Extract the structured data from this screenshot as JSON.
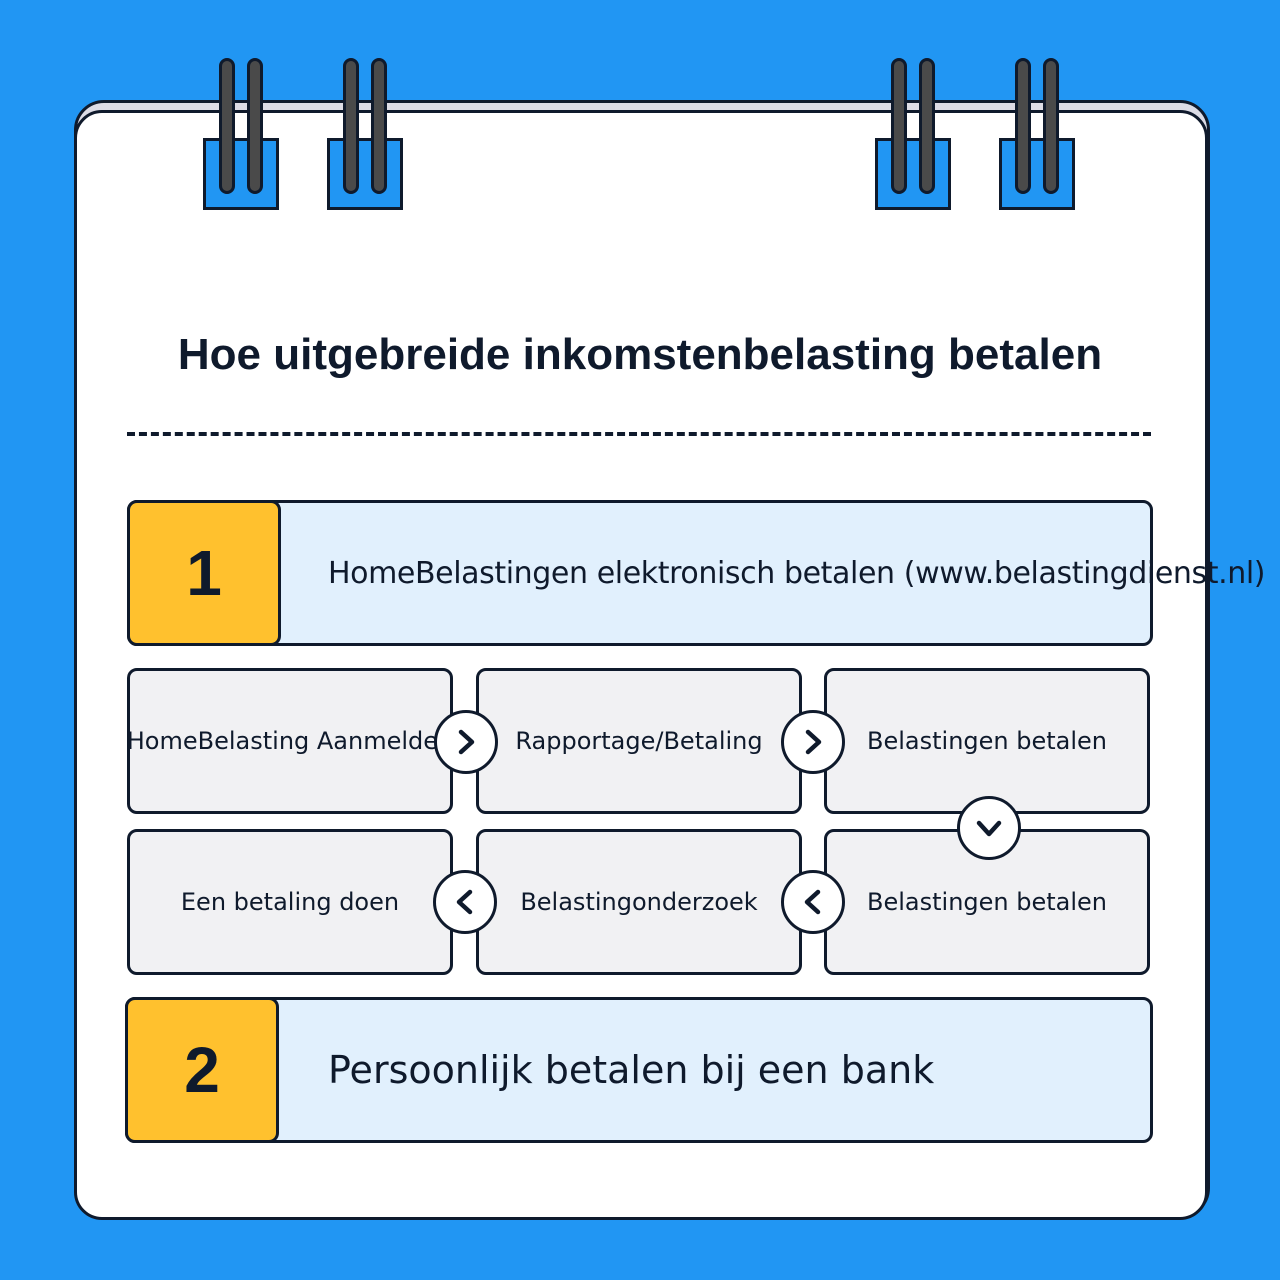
{
  "title": "Hoe uitgebreide inkomstenbelasting betalen",
  "steps": [
    {
      "number": "1",
      "label": "HomeBelastingen elektronisch betalen (www.belastingdienst.nl)"
    },
    {
      "number": "2",
      "label": "Persoonlijk betalen bij een bank"
    }
  ],
  "flow": {
    "row1": [
      "HomeBelasting Aanmelden",
      "Rapportage/Betaling",
      "Belastingen betalen"
    ],
    "row2": [
      "Een betaling doen",
      "Belastingonderzoek",
      "Belastingen betalen"
    ]
  },
  "colors": {
    "background": "#2196F3",
    "number_badge": "#FFC12E",
    "step_card": "#E1F0FD",
    "flow_box": "#F1F1F3",
    "outline": "#0F1A2C"
  },
  "icons": {
    "right": "chevron-right-icon",
    "left": "chevron-left-icon",
    "down": "chevron-down-icon"
  }
}
